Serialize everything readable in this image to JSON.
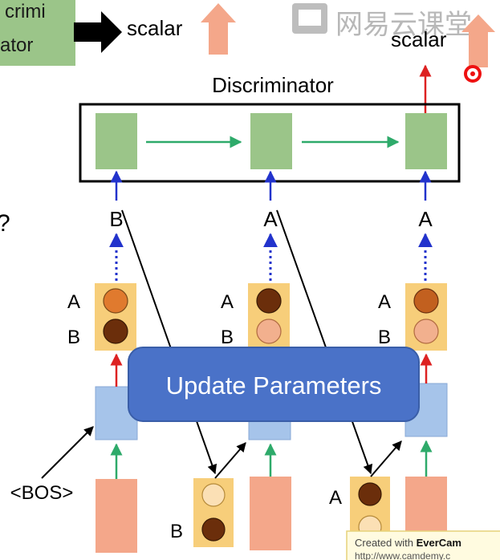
{
  "top": {
    "disc_box_line1": "crimi",
    "disc_box_line2": "ator",
    "scalar_left": "scalar",
    "scalar_right": "scalar"
  },
  "watermark": {
    "text": "网易云课堂"
  },
  "discriminator": {
    "title": "Discriminator"
  },
  "outputs": [
    "B",
    "A",
    "A"
  ],
  "question_mark": "?",
  "prob_labels": {
    "a": "A",
    "b": "B"
  },
  "update_label": "Update Parameters",
  "bos": "<BOS>",
  "input_labels": {
    "a": "A",
    "b": "B"
  },
  "evercam": {
    "line1": "Created with ",
    "brand": "EverCam",
    "line2": "http://www.camdemy.c"
  },
  "colors": {
    "green_box": "#9bc589",
    "green_arrow": "#2eaa6a",
    "blue_arrow": "#2233cc",
    "red_arrow": "#dd2222",
    "salmon": "#f4a78a",
    "prob_box": "#f7ce7a",
    "update_bg": "#4a72c8",
    "rnn_box": "#a6c4ea",
    "dark_brown": "#6b2e0b",
    "orange": "#e07a2e",
    "light_peach": "#f2b08e",
    "pale": "#fbe0b5"
  }
}
